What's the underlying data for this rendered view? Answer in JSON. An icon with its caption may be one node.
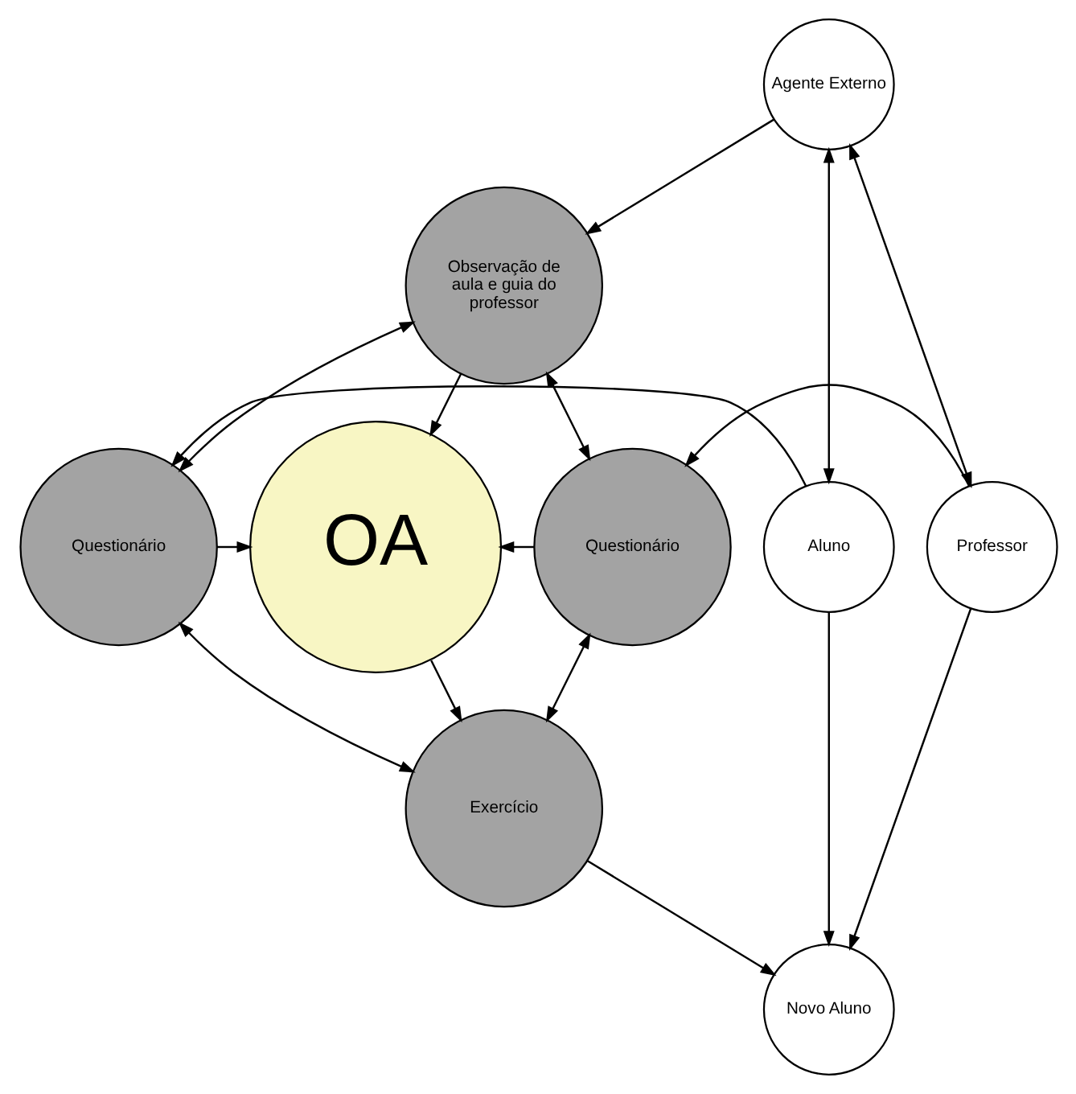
{
  "diagram": {
    "nodes": [
      {
        "text": [
          "Agente Externo"
        ]
      },
      {
        "text": [
          "Observação de aula e guia do professor"
        ]
      },
      {
        "text": [
          "Aluno"
        ]
      },
      {
        "text": [
          "Questionário"
        ]
      },
      {
        "text": [
          "OA"
        ]
      },
      {
        "text": [
          "Questionário"
        ]
      },
      {
        "text": [
          "Professor"
        ]
      },
      {
        "text": [
          "Exercício"
        ]
      },
      {
        "text": [
          "Novo Aluno"
        ]
      }
    ],
    "edges": [
      {
        "from": 0,
        "to": 1,
        "arrow": "to"
      },
      {
        "from": 1,
        "to": 4,
        "arrow": "to"
      },
      {
        "from": 2,
        "to": 3,
        "arrow": "to"
      },
      {
        "from": 3,
        "to": 4,
        "arrow": "to"
      },
      {
        "from": 5,
        "to": 4,
        "arrow": "to"
      },
      {
        "from": 6,
        "to": 5,
        "arrow": "to"
      },
      {
        "from": 4,
        "to": 7,
        "arrow": "to"
      },
      {
        "from": 7,
        "to": 8,
        "arrow": "to"
      },
      {
        "from": 0,
        "to": 2,
        "arrow": "both"
      },
      {
        "from": 0,
        "to": 6,
        "arrow": "both"
      },
      {
        "from": 1,
        "to": 3,
        "arrow": "both"
      },
      {
        "from": 1,
        "to": 5,
        "arrow": "both"
      },
      {
        "from": 3,
        "to": 7,
        "arrow": "both"
      },
      {
        "from": 5,
        "to": 7,
        "arrow": "both"
      },
      {
        "from": 2,
        "to": 8,
        "arrow": "to"
      },
      {
        "from": 6,
        "to": 8,
        "arrow": "to"
      }
    ]
  }
}
